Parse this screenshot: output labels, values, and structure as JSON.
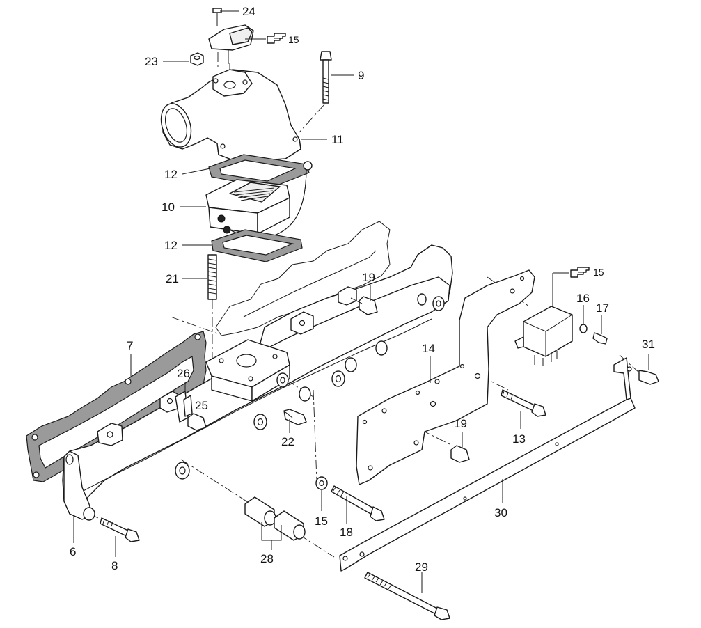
{
  "callouts": {
    "c24": "24",
    "c15a": "15",
    "c23": "23",
    "c9": "9",
    "c11": "11",
    "c12a": "12",
    "c10": "10",
    "c12b": "12",
    "c21": "21",
    "c19a": "19",
    "c15b": "15",
    "c16": "16",
    "c17": "17",
    "c31": "31",
    "c7": "7",
    "c26": "26",
    "c25": "25",
    "c14": "14",
    "c22": "22",
    "c19b": "19",
    "c13": "13",
    "c30": "30",
    "c15c": "15",
    "c18": "18",
    "c6": "6",
    "c8": "8",
    "c28": "28",
    "c29": "29"
  },
  "colors": {
    "line": "#1a1a1a",
    "gasket": "#9a9a9a",
    "background": "#ffffff"
  },
  "icons": {
    "reference_hand": "pointing-hand-icon"
  }
}
